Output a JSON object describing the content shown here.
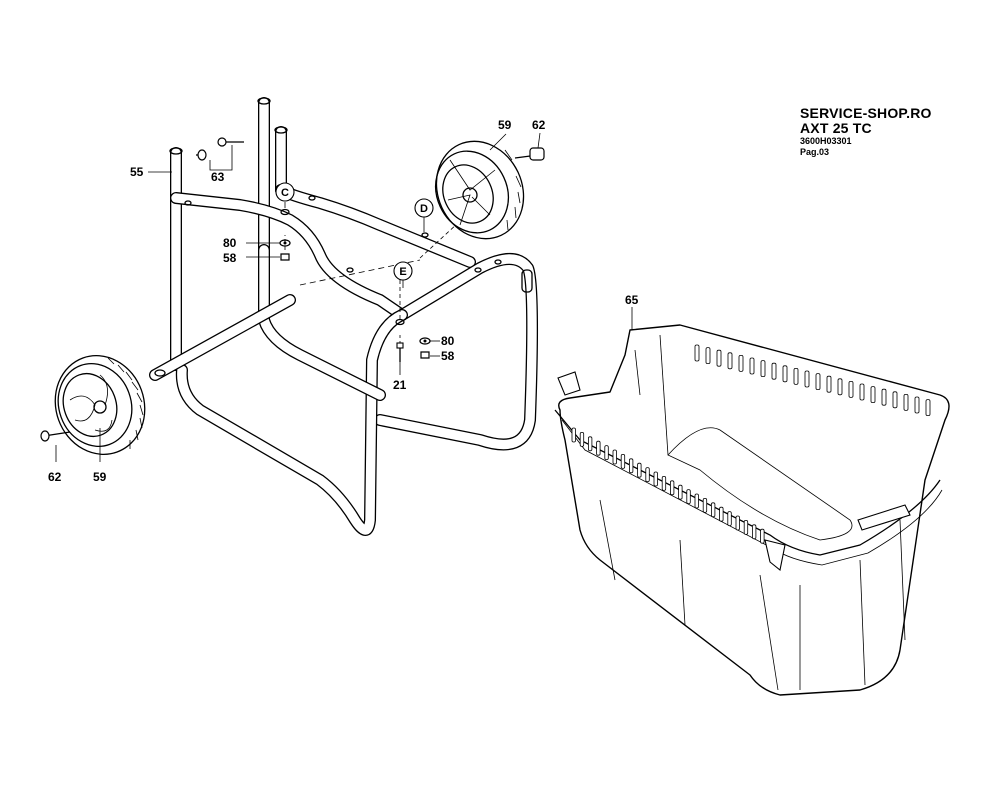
{
  "header": {
    "shop": "SERVICE-SHOP.RO",
    "model": "AXT 25 TC",
    "code": "3600H03301",
    "page": "Pag.03"
  },
  "parts": {
    "p55": "55",
    "p63": "63",
    "p80a": "80",
    "p58a": "58",
    "p59a": "59",
    "p62a": "62",
    "p80b": "80",
    "p58b": "58",
    "p21": "21",
    "p62b": "62",
    "p59b": "59",
    "p65": "65"
  },
  "refs": {
    "c": "C",
    "d": "D",
    "e": "E"
  }
}
